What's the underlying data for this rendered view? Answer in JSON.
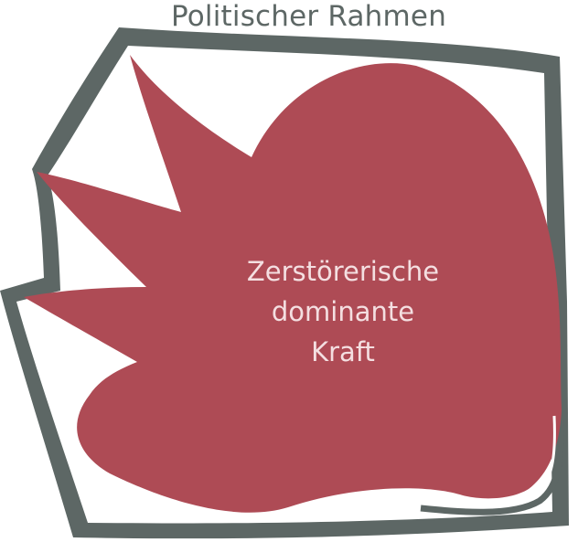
{
  "frame": {
    "title": "Politischer Rahmen",
    "border_color": "#5d6765"
  },
  "shape": {
    "fill_color": "#ae4b55",
    "text_color": "#f4dfe1",
    "label_lines": [
      "Zerstörerische",
      "dominante",
      "Kraft"
    ]
  }
}
